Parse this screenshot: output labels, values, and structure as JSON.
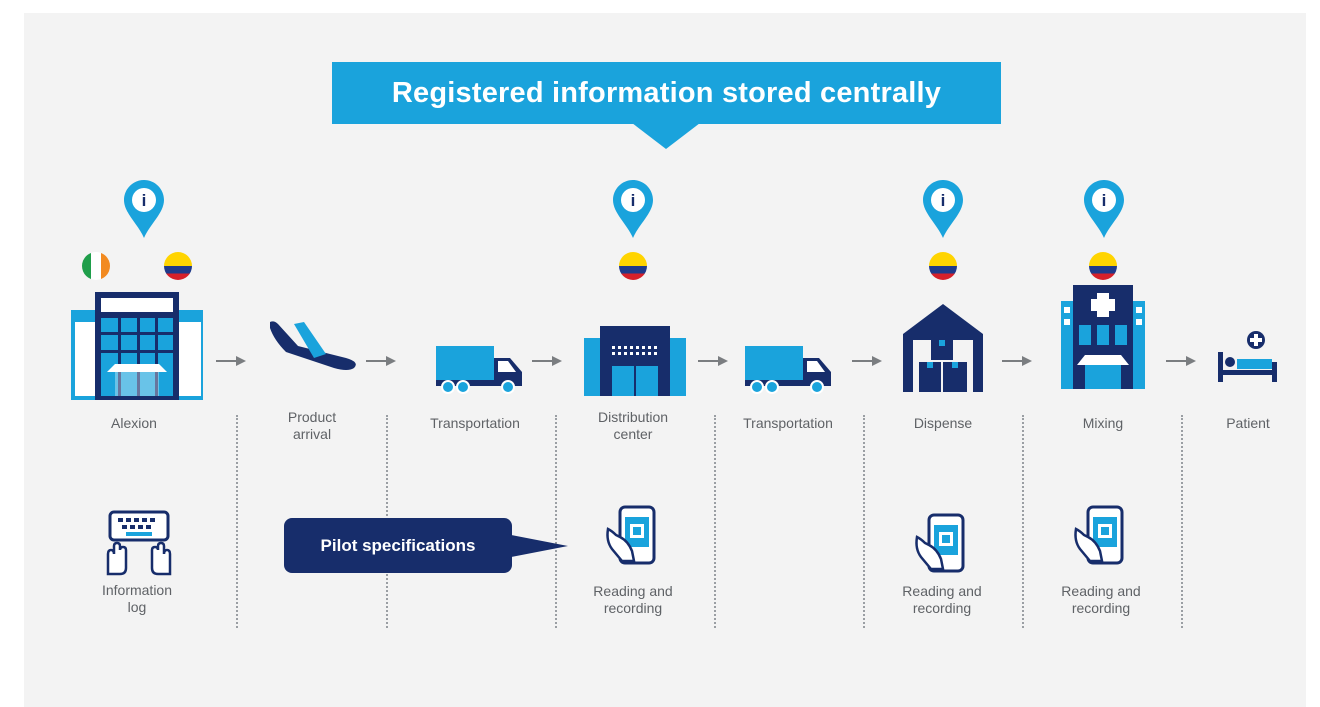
{
  "banner": {
    "title": "Registered information stored centrally"
  },
  "stages": [
    {
      "label_line1": "Alexion",
      "label_line2": ""
    },
    {
      "label_line1": "Product",
      "label_line2": "arrival"
    },
    {
      "label_line1": "Transportation",
      "label_line2": ""
    },
    {
      "label_line1": "Distribution",
      "label_line2": "center"
    },
    {
      "label_line1": "Transportation",
      "label_line2": ""
    },
    {
      "label_line1": "Dispense",
      "label_line2": ""
    },
    {
      "label_line1": "Mixing",
      "label_line2": ""
    },
    {
      "label_line1": "Patient",
      "label_line2": ""
    }
  ],
  "actions": [
    {
      "label_line1": "Information",
      "label_line2": "log"
    },
    {
      "label_line1": "Reading and",
      "label_line2": "recording"
    },
    {
      "label_line1": "Reading and",
      "label_line2": "recording"
    },
    {
      "label_line1": "Reading and",
      "label_line2": "recording"
    }
  ],
  "callout": {
    "text": "Pilot specifications"
  },
  "info_pin_glyph": "i",
  "colors": {
    "accent": "#1aa3dc",
    "navy": "#172d6b",
    "panel": "#f3f3f3",
    "arrow": "#7a7d80",
    "flag_yellow": "#ffd400",
    "flag_blue": "#1f3a8a",
    "flag_red": "#d6202a",
    "ireland_green": "#1f9e4a",
    "ireland_orange": "#f28a20"
  }
}
